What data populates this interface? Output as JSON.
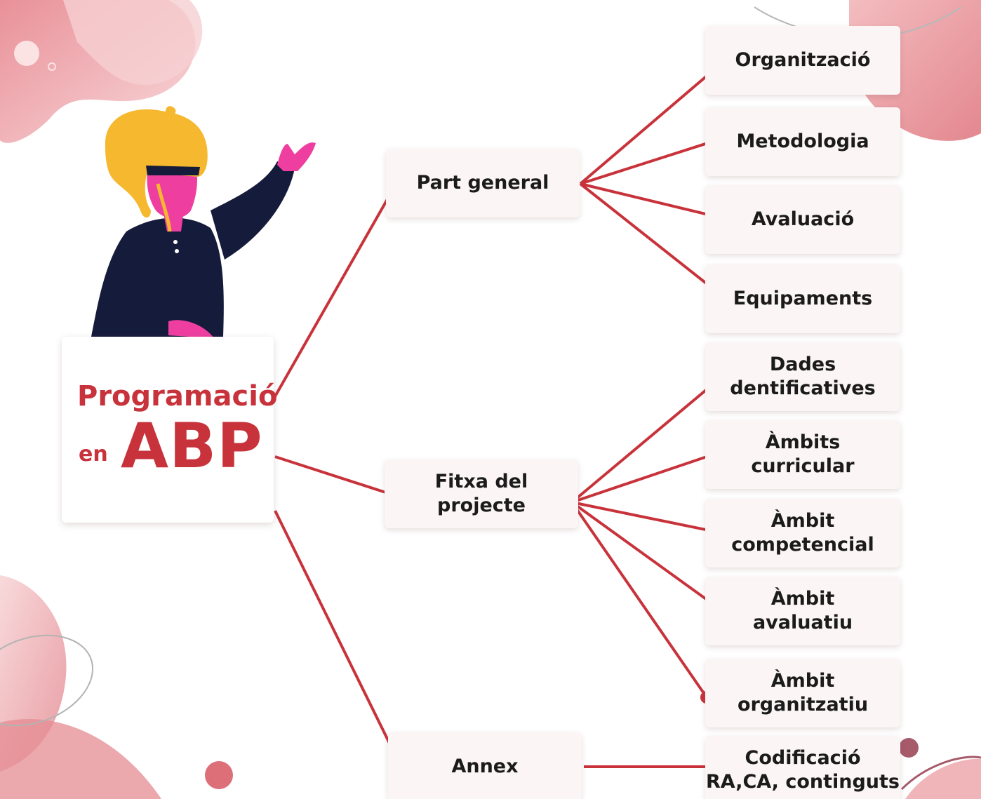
{
  "root": {
    "line1": "Programació",
    "line2": "en",
    "line3": "ABP"
  },
  "branches": [
    {
      "label": "Part general",
      "children": [
        "Organització",
        "Metodologia",
        "Avaluació",
        "Equipaments"
      ]
    },
    {
      "label": "Fitxa del\nprojecte",
      "children": [
        "Dades\ndentificatives",
        "Àmbits\ncurricular",
        "Àmbit\ncompetencial",
        "Àmbit\navaluatiu",
        "Àmbit\norganitzatiu"
      ]
    },
    {
      "label": "Annex",
      "children": [
        "Codificació\nRA,CA, continguts"
      ]
    }
  ],
  "colors": {
    "accent": "#c8333b",
    "box_fill": "#fbf5f5",
    "blob_pink": "#f3c5c8",
    "blob_rose": "#e38a90",
    "hair": "#f5b82e",
    "skin": "#ee3fa0",
    "shirt": "#151b3a"
  }
}
